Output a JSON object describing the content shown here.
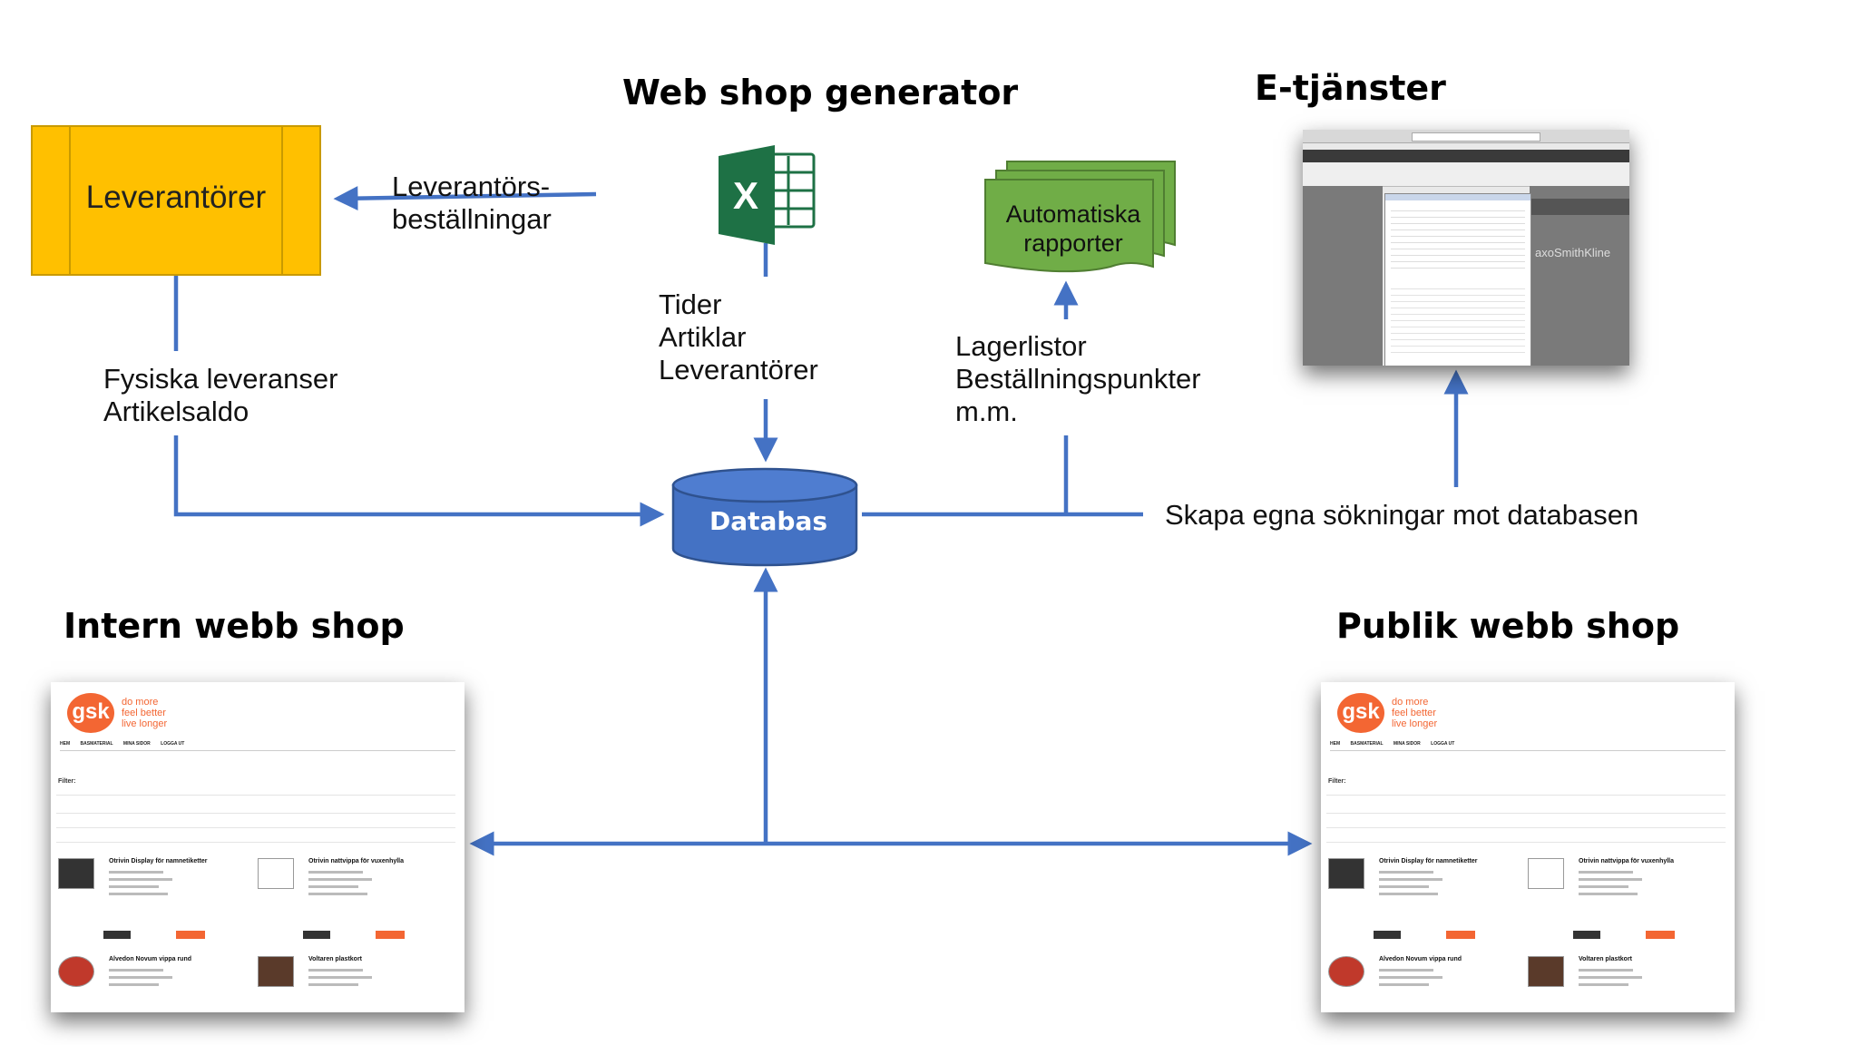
{
  "titles": {
    "generator": "Web shop generator",
    "etjanster": "E-tjänster",
    "intern": "Intern webb shop",
    "publik": "Publik webb shop"
  },
  "nodes": {
    "leverantorer": "Leverantörer",
    "databas": "Databas",
    "rapporter_line1": "Automatiska",
    "rapporter_line2": "rapporter"
  },
  "labels": {
    "best_line1": "Leverantörs-",
    "best_line2": "beställningar",
    "fys_line1": "Fysiska leveranser",
    "fys_line2": "Artikelsaldo",
    "tider_line1": "Tider",
    "tider_line2": "Artiklar",
    "tider_line3": "Leverantörer",
    "lager_line1": "Lagerlistor",
    "lager_line2": "Beställningspunkter",
    "lager_line3": "m.m.",
    "sok": "Skapa egna sökningar mot databasen"
  },
  "shop": {
    "logo": "gsk",
    "slogan_line1": "do more",
    "slogan_line2": "feel better",
    "slogan_line3": "live longer",
    "nav": [
      "HEM",
      "BASMATERIAL",
      "MINA SIDOR",
      "LOGGA UT"
    ],
    "filter": "Filter:",
    "products": [
      "Otrivin Display för namnetiketter",
      "Otrivin nattvippa för vuxenhylla",
      "Alvedon Novum vippa rund",
      "Voltaren plastkort"
    ]
  },
  "etj": {
    "watermark": "axoSmithKline"
  },
  "colors": {
    "arrow": "#4472C4",
    "leverantorer": "#FFC000",
    "databas": "#4472C4",
    "rapporter": "#70AD47",
    "excel": "#1E7145",
    "gsk": "#F36633"
  },
  "icons": [
    "excel-icon",
    "database-icon",
    "document-stack-icon"
  ]
}
